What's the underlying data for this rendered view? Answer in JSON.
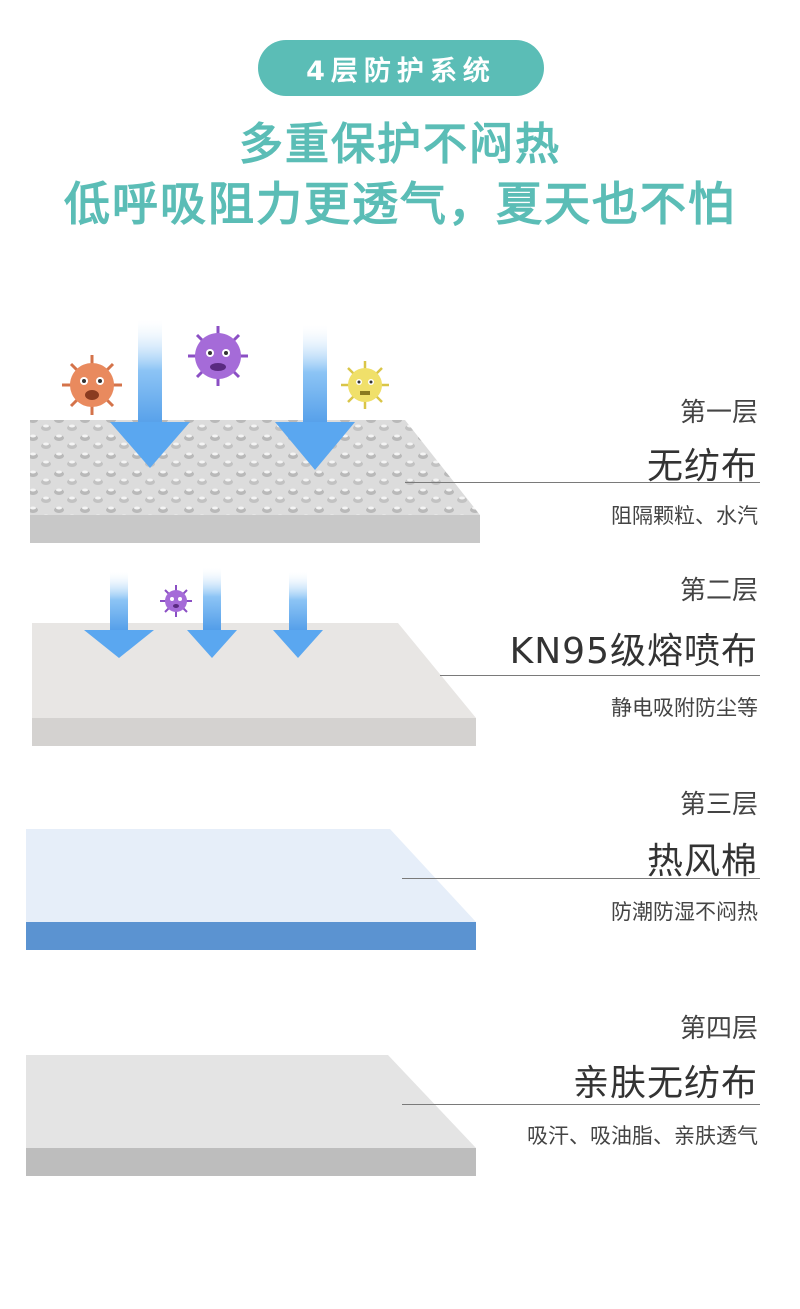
{
  "header": {
    "badge": "4层防护系统",
    "headline_1": "多重保护不闷热",
    "headline_2": "低呼吸阻力更透气，夏天也不怕"
  },
  "layers": [
    {
      "number": "第一层",
      "name": "无纺布",
      "description": "阻隔颗粒、水汽"
    },
    {
      "number": "第二层",
      "name": "KN95级熔喷布",
      "description": "静电吸附防尘等"
    },
    {
      "number": "第三层",
      "name": "热风棉",
      "description": "防潮防湿不闷热"
    },
    {
      "number": "第四层",
      "name": "亲肤无纺布",
      "description": "吸汗、吸油脂、亲肤透气"
    }
  ],
  "colors": {
    "accent": "#5bbdb6",
    "arrow": "#5aa7f0",
    "layer3_band": "#5b93d1",
    "virus_orange": "#e98a5e",
    "virus_purple": "#a56bd8",
    "virus_yellow": "#f0e06a"
  }
}
